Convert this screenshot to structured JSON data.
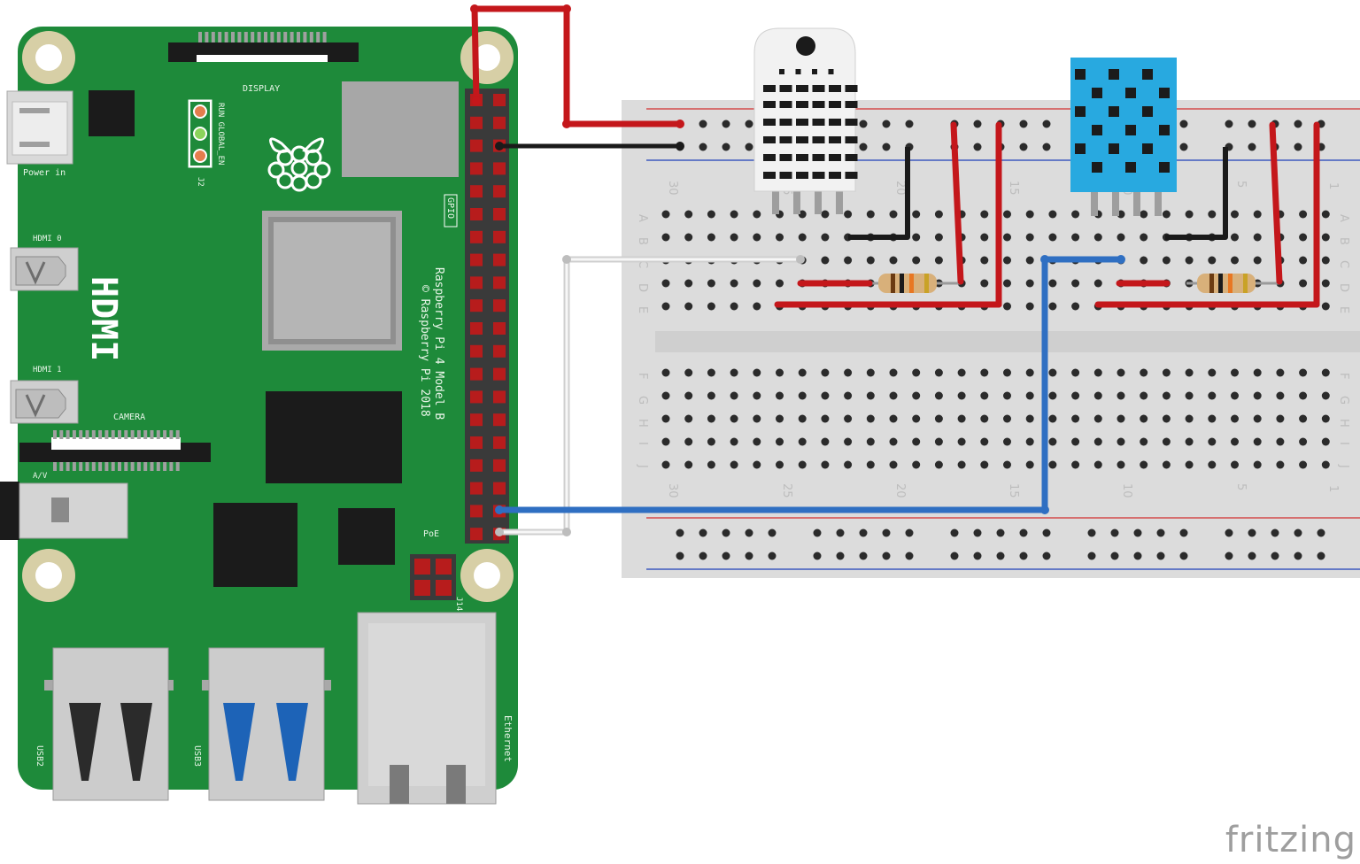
{
  "board": {
    "labels": {
      "power": "Power in",
      "display": "DISPLAY",
      "hdmi0": "HDMI 0",
      "hdmi1": "HDMI 1",
      "hdmi_big": "HDMI",
      "camera": "CAMERA",
      "av": "A/V",
      "poe": "PoE",
      "gpio": "GPIO",
      "model_line1": "Raspberry Pi 4 Model B",
      "model_line2": "© Raspberry Pi 2018",
      "run_global": "RUN  GLOBAL_EN",
      "j2": "J2",
      "j14": "J14",
      "usb2": "USB2",
      "usb3": "USB3",
      "ethernet": "Ethernet"
    }
  },
  "breadboard": {
    "row_letters_top": [
      "A",
      "B",
      "C",
      "D",
      "E"
    ],
    "row_letters_bottom": [
      "F",
      "G",
      "H",
      "I",
      "J"
    ],
    "column_numbers": [
      "30",
      "25",
      "20",
      "15",
      "10",
      "5",
      "1"
    ]
  },
  "colors": {
    "pcb": "#1e8a3a",
    "wire_red": "#c4171b",
    "wire_black": "#1a1a1a",
    "wire_white": "#d0d0d0",
    "wire_blue": "#2f6fc2",
    "sensor_white": "#f2f2f2",
    "sensor_blue": "#28a9e0"
  },
  "branding": "fritzing"
}
